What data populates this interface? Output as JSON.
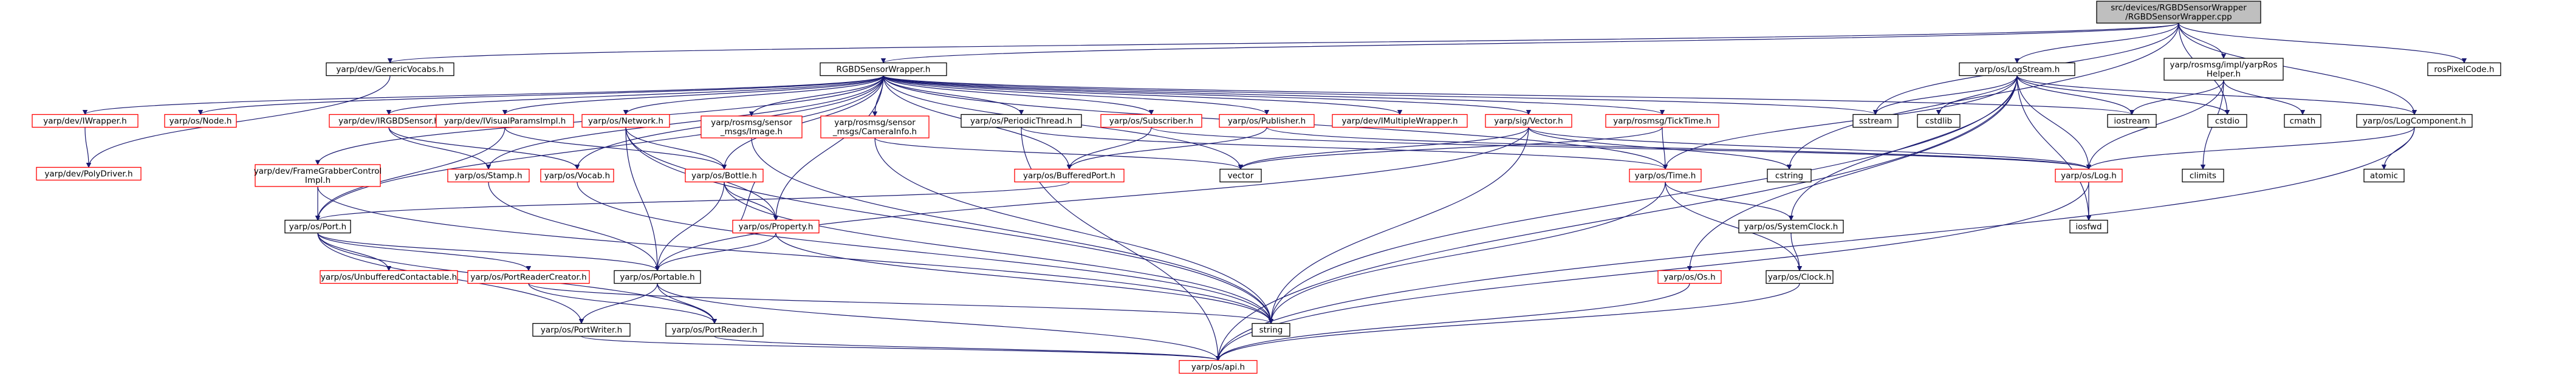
{
  "diagram": {
    "root": "n0",
    "colors": {
      "edge": "#191970",
      "root_fill": "#bfbfbf",
      "node_stroke_normal": "#000000",
      "node_stroke_truncated": "#ff0000",
      "node_fill": "#ffffff",
      "text": "#000000"
    },
    "nodes": [
      {
        "id": "n0",
        "lines": [
          "src/devices/RGBDSensorWrapper",
          "/RGBDSensorWrapper.cpp"
        ],
        "root": true
      },
      {
        "id": "n1",
        "lines": [
          "yarp/dev/GenericVocabs.h"
        ]
      },
      {
        "id": "n2",
        "lines": [
          "RGBDSensorWrapper.h"
        ]
      },
      {
        "id": "n3",
        "lines": [
          "yarp/os/LogStream.h"
        ]
      },
      {
        "id": "n4",
        "lines": [
          "yarp/rosmsg/impl/yarpRos",
          "Helper.h"
        ]
      },
      {
        "id": "n5",
        "lines": [
          "rosPixelCode.h"
        ]
      },
      {
        "id": "n6",
        "lines": [
          "yarp/dev/PolyDriver.h"
        ],
        "truncated": true
      },
      {
        "id": "n7",
        "lines": [
          "yarp/dev/IWrapper.h"
        ],
        "truncated": true
      },
      {
        "id": "n8",
        "lines": [
          "yarp/os/Node.h"
        ],
        "truncated": true
      },
      {
        "id": "n9",
        "lines": [
          "yarp/dev/IRGBDSensor.h"
        ],
        "truncated": true
      },
      {
        "id": "n10",
        "lines": [
          "yarp/dev/IVisualParamsImpl.h"
        ],
        "truncated": true
      },
      {
        "id": "n11",
        "lines": [
          "yarp/os/Network.h"
        ],
        "truncated": true
      },
      {
        "id": "n12",
        "lines": [
          "yarp/rosmsg/sensor",
          "_msgs/Image.h"
        ],
        "truncated": true
      },
      {
        "id": "n13",
        "lines": [
          "yarp/rosmsg/sensor",
          "_msgs/CameraInfo.h"
        ],
        "truncated": true
      },
      {
        "id": "n14",
        "lines": [
          "yarp/os/PeriodicThread.h"
        ]
      },
      {
        "id": "n15",
        "lines": [
          "yarp/os/Subscriber.h"
        ],
        "truncated": true
      },
      {
        "id": "n16",
        "lines": [
          "yarp/os/Publisher.h"
        ],
        "truncated": true
      },
      {
        "id": "n17",
        "lines": [
          "yarp/dev/IMultipleWrapper.h"
        ],
        "truncated": true
      },
      {
        "id": "n18",
        "lines": [
          "yarp/sig/Vector.h"
        ],
        "truncated": true
      },
      {
        "id": "n19",
        "lines": [
          "yarp/rosmsg/TickTime.h"
        ],
        "truncated": true
      },
      {
        "id": "n20",
        "lines": [
          "sstream"
        ]
      },
      {
        "id": "n21",
        "lines": [
          "cstdlib"
        ]
      },
      {
        "id": "n22",
        "lines": [
          "iostream"
        ]
      },
      {
        "id": "n23",
        "lines": [
          "cstdio"
        ]
      },
      {
        "id": "n24",
        "lines": [
          "cmath"
        ]
      },
      {
        "id": "n25",
        "lines": [
          "yarp/os/LogComponent.h"
        ]
      },
      {
        "id": "n26",
        "lines": [
          "yarp/dev/FrameGrabberControl",
          "Impl.h"
        ],
        "truncated": true
      },
      {
        "id": "n27",
        "lines": [
          "yarp/os/Stamp.h"
        ],
        "truncated": true
      },
      {
        "id": "n28",
        "lines": [
          "yarp/os/Vocab.h"
        ],
        "truncated": true
      },
      {
        "id": "n29",
        "lines": [
          "yarp/os/Bottle.h"
        ],
        "truncated": true
      },
      {
        "id": "n30",
        "lines": [
          "yarp/os/BufferedPort.h"
        ],
        "truncated": true
      },
      {
        "id": "n31",
        "lines": [
          "vector"
        ]
      },
      {
        "id": "n32",
        "lines": [
          "yarp/os/Time.h"
        ],
        "truncated": true
      },
      {
        "id": "n33",
        "lines": [
          "cstring"
        ]
      },
      {
        "id": "n34",
        "lines": [
          "yarp/os/Log.h"
        ],
        "truncated": true
      },
      {
        "id": "n35",
        "lines": [
          "climits"
        ]
      },
      {
        "id": "n36",
        "lines": [
          "atomic"
        ]
      },
      {
        "id": "n37",
        "lines": [
          "yarp/os/Port.h"
        ]
      },
      {
        "id": "n38",
        "lines": [
          "yarp/os/Property.h"
        ],
        "truncated": true
      },
      {
        "id": "n39",
        "lines": [
          "yarp/os/SystemClock.h"
        ]
      },
      {
        "id": "n40",
        "lines": [
          "iosfwd"
        ]
      },
      {
        "id": "n41",
        "lines": [
          "yarp/os/UnbufferedContactable.h"
        ],
        "truncated": true
      },
      {
        "id": "n42",
        "lines": [
          "yarp/os/PortReaderCreator.h"
        ],
        "truncated": true
      },
      {
        "id": "n43",
        "lines": [
          "yarp/os/Portable.h"
        ]
      },
      {
        "id": "n44",
        "lines": [
          "yarp/os/Clock.h"
        ]
      },
      {
        "id": "n45",
        "lines": [
          "yarp/os/Os.h"
        ],
        "truncated": true
      },
      {
        "id": "n46",
        "lines": [
          "string"
        ]
      },
      {
        "id": "n47",
        "lines": [
          "yarp/os/PortWriter.h"
        ]
      },
      {
        "id": "n48",
        "lines": [
          "yarp/os/PortReader.h"
        ]
      },
      {
        "id": "n49",
        "lines": [
          "yarp/os/api.h"
        ],
        "truncated": true
      }
    ],
    "edges": [
      [
        "n0",
        "n1"
      ],
      [
        "n0",
        "n2"
      ],
      [
        "n0",
        "n3"
      ],
      [
        "n0",
        "n4"
      ],
      [
        "n0",
        "n5"
      ],
      [
        "n0",
        "n20"
      ],
      [
        "n0",
        "n23"
      ],
      [
        "n0",
        "n25"
      ],
      [
        "n0",
        "n33"
      ],
      [
        "n1",
        "n6"
      ],
      [
        "n2",
        "n7"
      ],
      [
        "n2",
        "n8"
      ],
      [
        "n2",
        "n9"
      ],
      [
        "n2",
        "n10"
      ],
      [
        "n2",
        "n11"
      ],
      [
        "n2",
        "n12"
      ],
      [
        "n2",
        "n13"
      ],
      [
        "n2",
        "n14"
      ],
      [
        "n2",
        "n15"
      ],
      [
        "n2",
        "n16"
      ],
      [
        "n2",
        "n17"
      ],
      [
        "n2",
        "n18"
      ],
      [
        "n2",
        "n19"
      ],
      [
        "n2",
        "n20"
      ],
      [
        "n2",
        "n26"
      ],
      [
        "n2",
        "n27"
      ],
      [
        "n2",
        "n28"
      ],
      [
        "n2",
        "n29"
      ],
      [
        "n2",
        "n30"
      ],
      [
        "n2",
        "n31"
      ],
      [
        "n2",
        "n32"
      ],
      [
        "n2",
        "n37"
      ],
      [
        "n2",
        "n38"
      ],
      [
        "n2",
        "n22"
      ],
      [
        "n3",
        "n20"
      ],
      [
        "n3",
        "n21"
      ],
      [
        "n3",
        "n22"
      ],
      [
        "n3",
        "n23"
      ],
      [
        "n3",
        "n25"
      ],
      [
        "n3",
        "n32"
      ],
      [
        "n3",
        "n34"
      ],
      [
        "n3",
        "n39"
      ],
      [
        "n3",
        "n40"
      ],
      [
        "n3",
        "n45"
      ],
      [
        "n3",
        "n46"
      ],
      [
        "n3",
        "n49"
      ],
      [
        "n4",
        "n22"
      ],
      [
        "n4",
        "n24"
      ],
      [
        "n4",
        "n34"
      ],
      [
        "n4",
        "n35"
      ],
      [
        "n25",
        "n34"
      ],
      [
        "n25",
        "n36"
      ],
      [
        "n25",
        "n49"
      ],
      [
        "n7",
        "n6"
      ],
      [
        "n9",
        "n27"
      ],
      [
        "n9",
        "n28"
      ],
      [
        "n10",
        "n29"
      ],
      [
        "n10",
        "n37"
      ],
      [
        "n11",
        "n29"
      ],
      [
        "n11",
        "n38"
      ],
      [
        "n11",
        "n43"
      ],
      [
        "n11",
        "n46"
      ],
      [
        "n12",
        "n46"
      ],
      [
        "n13",
        "n46"
      ],
      [
        "n13",
        "n31"
      ],
      [
        "n14",
        "n49"
      ],
      [
        "n14",
        "n32"
      ],
      [
        "n15",
        "n30"
      ],
      [
        "n15",
        "n34"
      ],
      [
        "n16",
        "n30"
      ],
      [
        "n16",
        "n34"
      ],
      [
        "n18",
        "n31"
      ],
      [
        "n18",
        "n46"
      ],
      [
        "n18",
        "n43"
      ],
      [
        "n18",
        "n33"
      ],
      [
        "n18",
        "n34"
      ],
      [
        "n19",
        "n32"
      ],
      [
        "n19",
        "n31"
      ],
      [
        "n26",
        "n37"
      ],
      [
        "n26",
        "n46"
      ],
      [
        "n27",
        "n43"
      ],
      [
        "n28",
        "n46"
      ],
      [
        "n29",
        "n38"
      ],
      [
        "n29",
        "n43"
      ],
      [
        "n29",
        "n46"
      ],
      [
        "n30",
        "n37"
      ],
      [
        "n32",
        "n39"
      ],
      [
        "n32",
        "n44"
      ],
      [
        "n32",
        "n46"
      ],
      [
        "n34",
        "n40"
      ],
      [
        "n34",
        "n49"
      ],
      [
        "n37",
        "n41"
      ],
      [
        "n37",
        "n42"
      ],
      [
        "n37",
        "n43"
      ],
      [
        "n37",
        "n47"
      ],
      [
        "n37",
        "n48"
      ],
      [
        "n38",
        "n29"
      ],
      [
        "n38",
        "n43"
      ],
      [
        "n38",
        "n46"
      ],
      [
        "n39",
        "n44"
      ],
      [
        "n42",
        "n48"
      ],
      [
        "n42",
        "n46"
      ],
      [
        "n43",
        "n47"
      ],
      [
        "n43",
        "n48"
      ],
      [
        "n43",
        "n49"
      ],
      [
        "n44",
        "n49"
      ],
      [
        "n45",
        "n49"
      ],
      [
        "n47",
        "n49"
      ],
      [
        "n48",
        "n49"
      ]
    ]
  }
}
